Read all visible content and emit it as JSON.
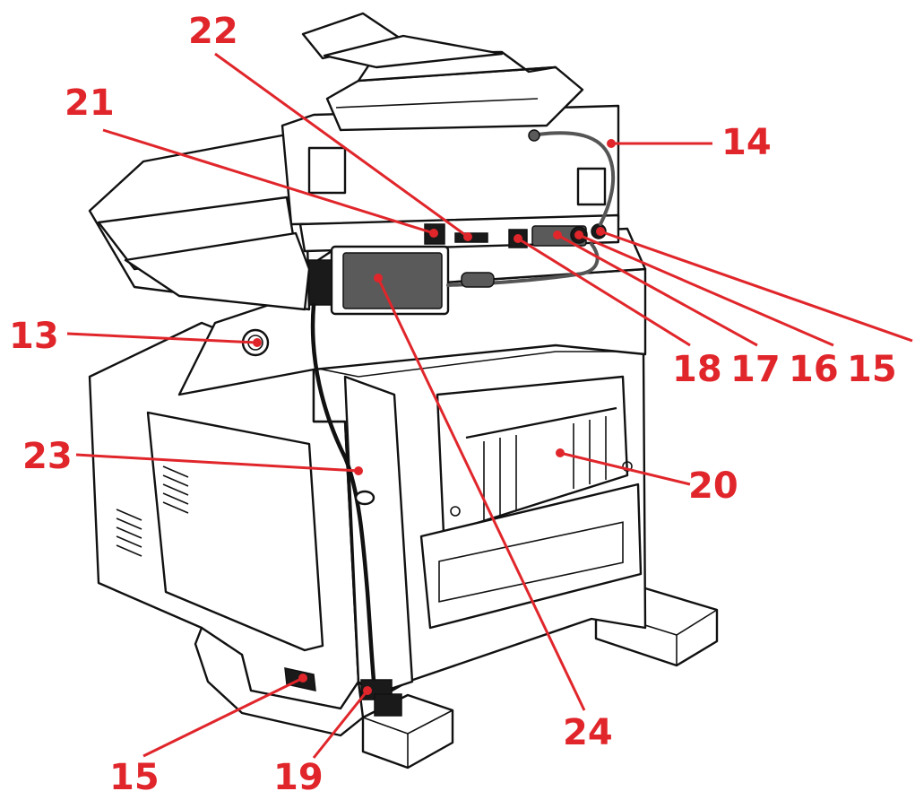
{
  "diagram": {
    "accent_color": "#e0262b",
    "callouts": [
      {
        "id": "c22",
        "label": "22"
      },
      {
        "id": "c21",
        "label": "21"
      },
      {
        "id": "c14",
        "label": "14"
      },
      {
        "id": "c13",
        "label": "13"
      },
      {
        "id": "c18",
        "label": "18"
      },
      {
        "id": "c17",
        "label": "17"
      },
      {
        "id": "c16",
        "label": "16"
      },
      {
        "id": "c15a",
        "label": "15"
      },
      {
        "id": "c23",
        "label": "23"
      },
      {
        "id": "c20",
        "label": "20"
      },
      {
        "id": "c24",
        "label": "24"
      },
      {
        "id": "c15b",
        "label": "15"
      },
      {
        "id": "c19",
        "label": "19"
      }
    ]
  }
}
